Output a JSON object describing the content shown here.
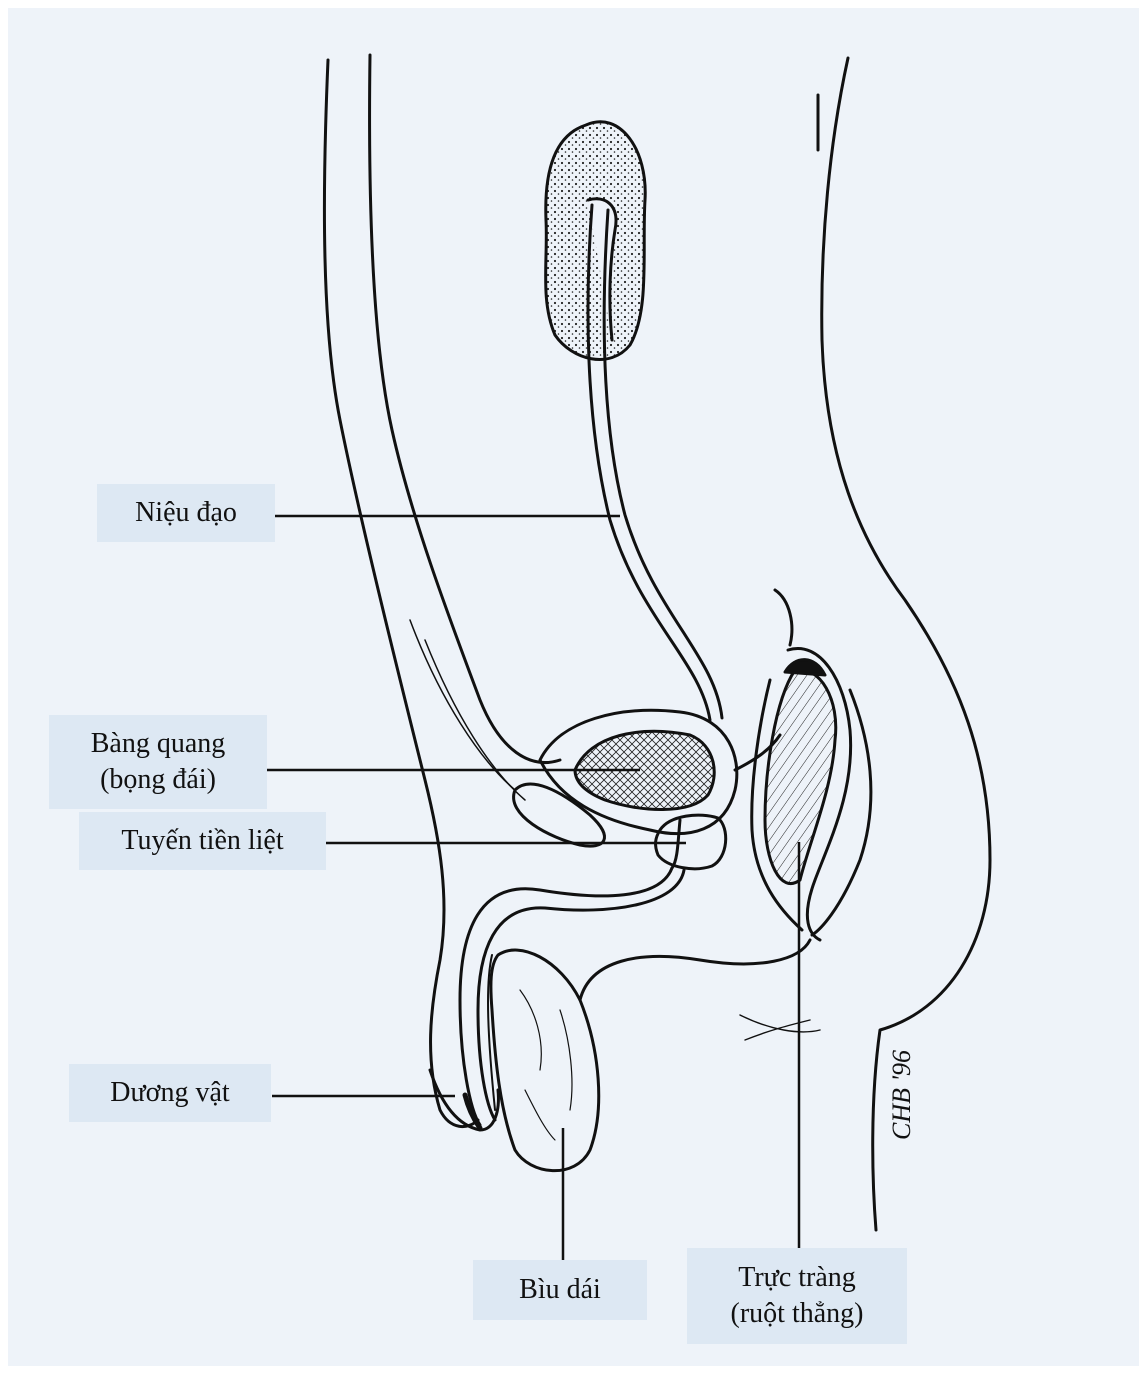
{
  "labels": {
    "urethra": "Niệu đạo",
    "bladder_line1": "Bàng quang",
    "bladder_line2": "(bọng đái)",
    "prostate": "Tuyến tiền liệt",
    "penis": "Dương vật",
    "scrotum": "Bìu dái",
    "rectum_line1": "Trực tràng",
    "rectum_line2": "(ruột thẳng)"
  },
  "signature": "CHB '96",
  "colors": {
    "background": "#eef3f9",
    "label_box": "#dde8f3",
    "ink": "#111111"
  }
}
